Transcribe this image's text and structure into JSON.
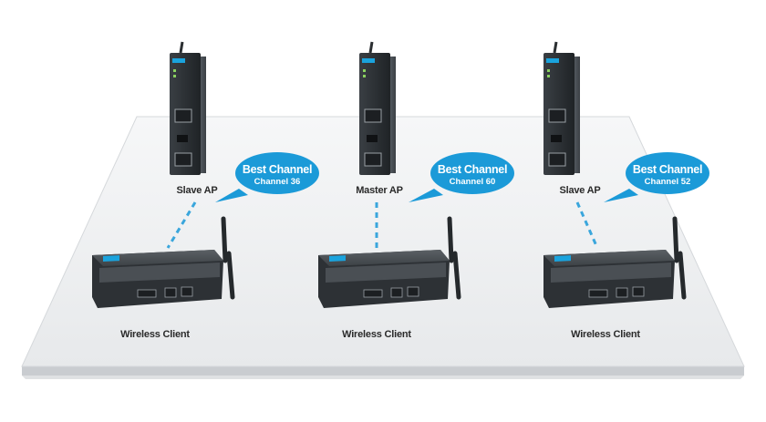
{
  "nodes": [
    {
      "role": "Slave AP",
      "bubble_title": "Best Channel",
      "bubble_channel": "Channel 36",
      "client": "Wireless Client"
    },
    {
      "role": "Master AP",
      "bubble_title": "Best Channel",
      "bubble_channel": "Channel 60",
      "client": "Wireless Client"
    },
    {
      "role": "Slave AP",
      "bubble_title": "Best Channel",
      "bubble_channel": "Channel 52",
      "client": "Wireless Client"
    }
  ],
  "colors": {
    "bubble": "#1b9ad8",
    "link": "#3aa6dc",
    "platform": "#eeeff1",
    "device_dark": "#2b2f33",
    "client_body": "#3a3e42"
  },
  "icons": [
    "access-point-icon",
    "wireless-client-icon",
    "antenna-icon",
    "ethernet-port-icon"
  ]
}
